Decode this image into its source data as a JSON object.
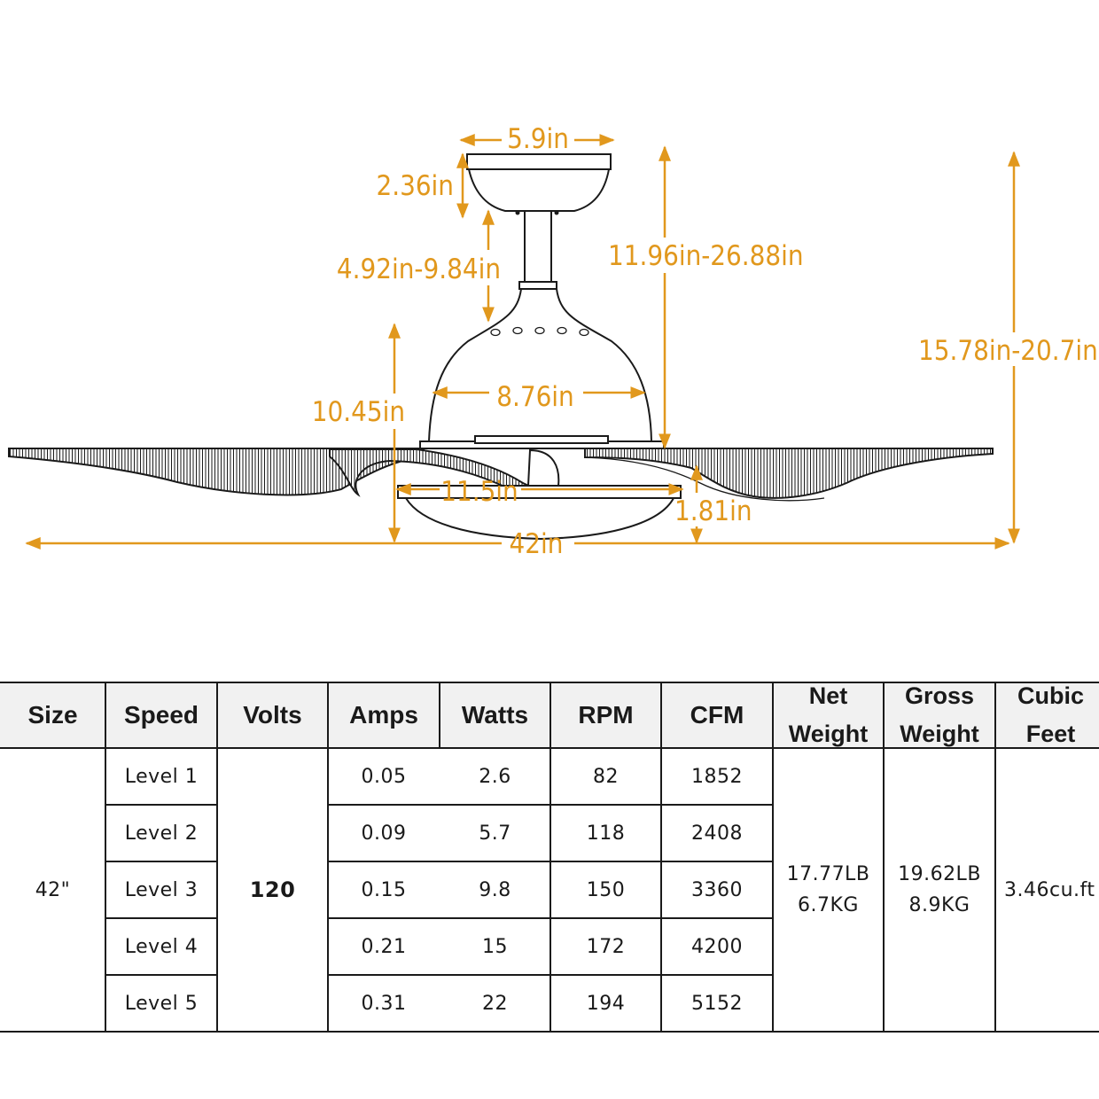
{
  "dimensions": {
    "canopy_width": "5.9in",
    "canopy_height": "2.36in",
    "downrod": "4.92in-9.84in",
    "ceiling_to_blade": "11.96in-26.88in",
    "overall_height": "15.78in-20.7in",
    "motor_width": "8.76in",
    "motor_height": "10.45in",
    "light_width": "11.5in",
    "light_height": "1.81in",
    "blade_span": "42in"
  },
  "table": {
    "headers": {
      "size": "Size",
      "speed": "Speed",
      "volts": "Volts",
      "amps": "Amps",
      "watts": "Watts",
      "rpm": "RPM",
      "cfm": "CFM",
      "net_weight": [
        "Net",
        "Weight"
      ],
      "gross_weight": [
        "Gross",
        "Weight"
      ],
      "cubic_feet": [
        "Cubic",
        "Feet"
      ]
    },
    "size": "42\"",
    "volts": "120",
    "rows": [
      {
        "speed": "Level 1",
        "amps": "0.05",
        "watts": "2.6",
        "rpm": "82",
        "cfm": "1852"
      },
      {
        "speed": "Level 2",
        "amps": "0.09",
        "watts": "5.7",
        "rpm": "118",
        "cfm": "2408"
      },
      {
        "speed": "Level 3",
        "amps": "0.15",
        "watts": "9.8",
        "rpm": "150",
        "cfm": "3360"
      },
      {
        "speed": "Level 4",
        "amps": "0.21",
        "watts": "15",
        "rpm": "172",
        "cfm": "4200"
      },
      {
        "speed": "Level 5",
        "amps": "0.31",
        "watts": "22",
        "rpm": "194",
        "cfm": "5152"
      }
    ],
    "net_weight": [
      "17.77LB",
      "6.7KG"
    ],
    "gross_weight": [
      "19.62LB",
      "8.9KG"
    ],
    "cubic_feet": "3.46cu.ft"
  },
  "colors": {
    "dimension": "#e1981d",
    "line": "#1a1a1a",
    "header_bg": "#f1f1f1"
  }
}
